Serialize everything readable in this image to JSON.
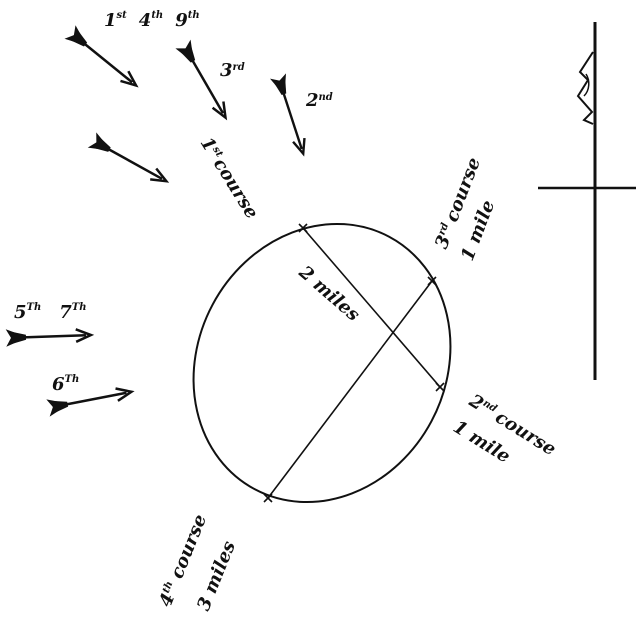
{
  "arrows": {
    "group_1_4_9": {
      "main": "1",
      "sup1": "st",
      "mid": "4",
      "sup2": "th",
      "last": "9",
      "sup3": "th"
    },
    "third": {
      "main": "3",
      "sup": "rd"
    },
    "second": {
      "main": "2",
      "sup": "nd"
    },
    "group_5_7": {
      "main": "5",
      "sup1": "Th",
      "mid": "7",
      "sup2": "Th"
    },
    "sixth": {
      "main": "6",
      "sup": "Th"
    }
  },
  "courses": {
    "first": {
      "num": "1",
      "sup": "st",
      "word": "course"
    },
    "second": {
      "num": "2",
      "sup": "nd",
      "word": "course",
      "dist": "1 mile"
    },
    "third": {
      "num": "3",
      "sup": "rd",
      "word": "course",
      "dist": "1 mile"
    },
    "fourth": {
      "num": "4",
      "sup": "th",
      "word": "course",
      "dist": "3 miles"
    }
  },
  "chord_label": "2 miles",
  "colors": {
    "ink": "#111111",
    "background": "#ffffff"
  },
  "icons": [
    "arrow-icon",
    "weathervane-icon"
  ]
}
